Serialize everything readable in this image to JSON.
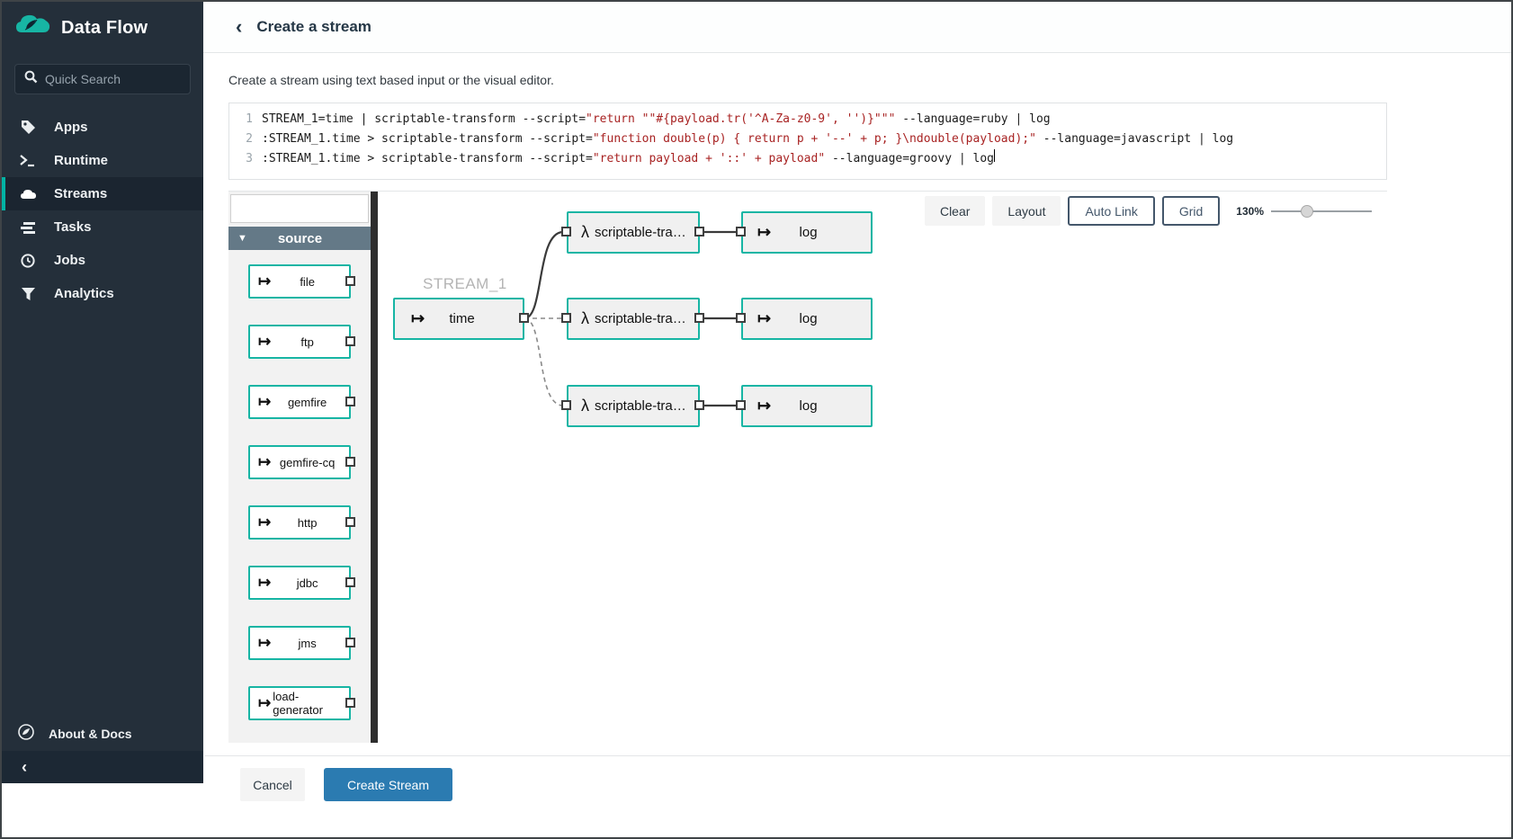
{
  "sidebar": {
    "brand": "Data Flow",
    "search_placeholder": "Quick Search",
    "items": [
      {
        "label": "Apps"
      },
      {
        "label": "Runtime"
      },
      {
        "label": "Streams"
      },
      {
        "label": "Tasks"
      },
      {
        "label": "Jobs"
      },
      {
        "label": "Analytics"
      }
    ],
    "about": "About & Docs",
    "collapse": "‹"
  },
  "header": {
    "back": "‹",
    "title": "Create a stream"
  },
  "main": {
    "intro": "Create a stream using text based input or the visual editor.",
    "editor": {
      "lines": [
        {
          "num": "1",
          "a": "STREAM_1=time | scriptable-transform --script=",
          "b": "\"return \"\"#{payload.tr('^A-Za-z0-9', '')}\"\"\"",
          "c": " --language=ruby | log"
        },
        {
          "num": "2",
          "a": ":STREAM_1.time > scriptable-transform --script=",
          "b": "\"function double(p) { return p + '--' + p; }\\ndouble(payload);\"",
          "c": " --language=javascript | log"
        },
        {
          "num": "3",
          "a": ":STREAM_1.time > scriptable-transform --script=",
          "b": "\"return payload + '::' + payload\"",
          "c": " --language=groovy | log"
        }
      ]
    },
    "flow": {
      "palette": {
        "header": "source",
        "items": [
          "file",
          "ftp",
          "gemfire",
          "gemfire-cq",
          "http",
          "jdbc",
          "jms",
          "load-generator"
        ]
      },
      "toolbar": {
        "clear": "Clear",
        "layout": "Layout",
        "auto_link": "Auto Link",
        "grid": "Grid",
        "zoom": "130%"
      },
      "graph": {
        "stream_label": "STREAM_1",
        "time_label": "time",
        "transform_label": "scriptable-tra…",
        "log_label": "log"
      }
    },
    "actions": {
      "cancel": "Cancel",
      "create": "Create Stream"
    }
  },
  "colors": {
    "accent_teal": "#17b5a4",
    "sidebar_bg": "#242f3a",
    "create_button_blue": "#2b7bb1",
    "code_string_red": "#a82323",
    "palette_header_slate": "#647987"
  }
}
